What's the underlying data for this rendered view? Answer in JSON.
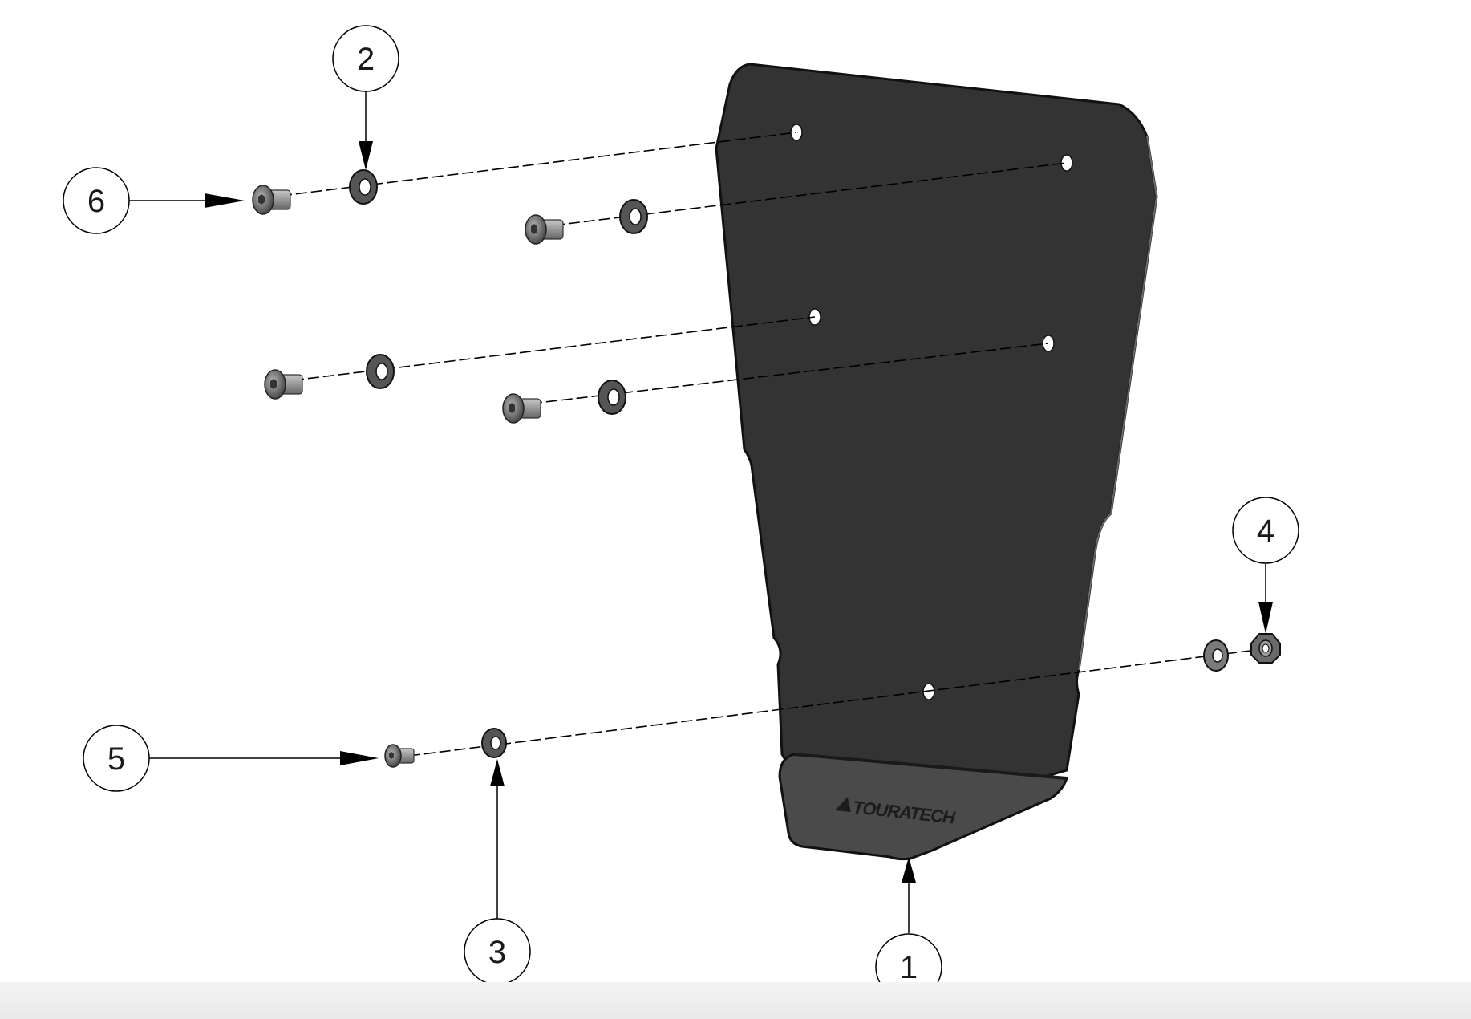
{
  "diagram": {
    "callouts": [
      {
        "id": "1",
        "label": "1"
      },
      {
        "id": "2",
        "label": "2"
      },
      {
        "id": "3",
        "label": "3"
      },
      {
        "id": "4",
        "label": "4"
      },
      {
        "id": "5",
        "label": "5"
      },
      {
        "id": "6",
        "label": "6"
      }
    ],
    "logo": {
      "brand": "TOURATECH"
    },
    "colors": {
      "plate": "#333333",
      "plate_edge": "#111111",
      "lower_tab": "#4a4a4a",
      "hardware_dark": "#555555",
      "hardware_light": "#9a9a9a",
      "line": "#000000",
      "background": "#ffffff"
    }
  }
}
